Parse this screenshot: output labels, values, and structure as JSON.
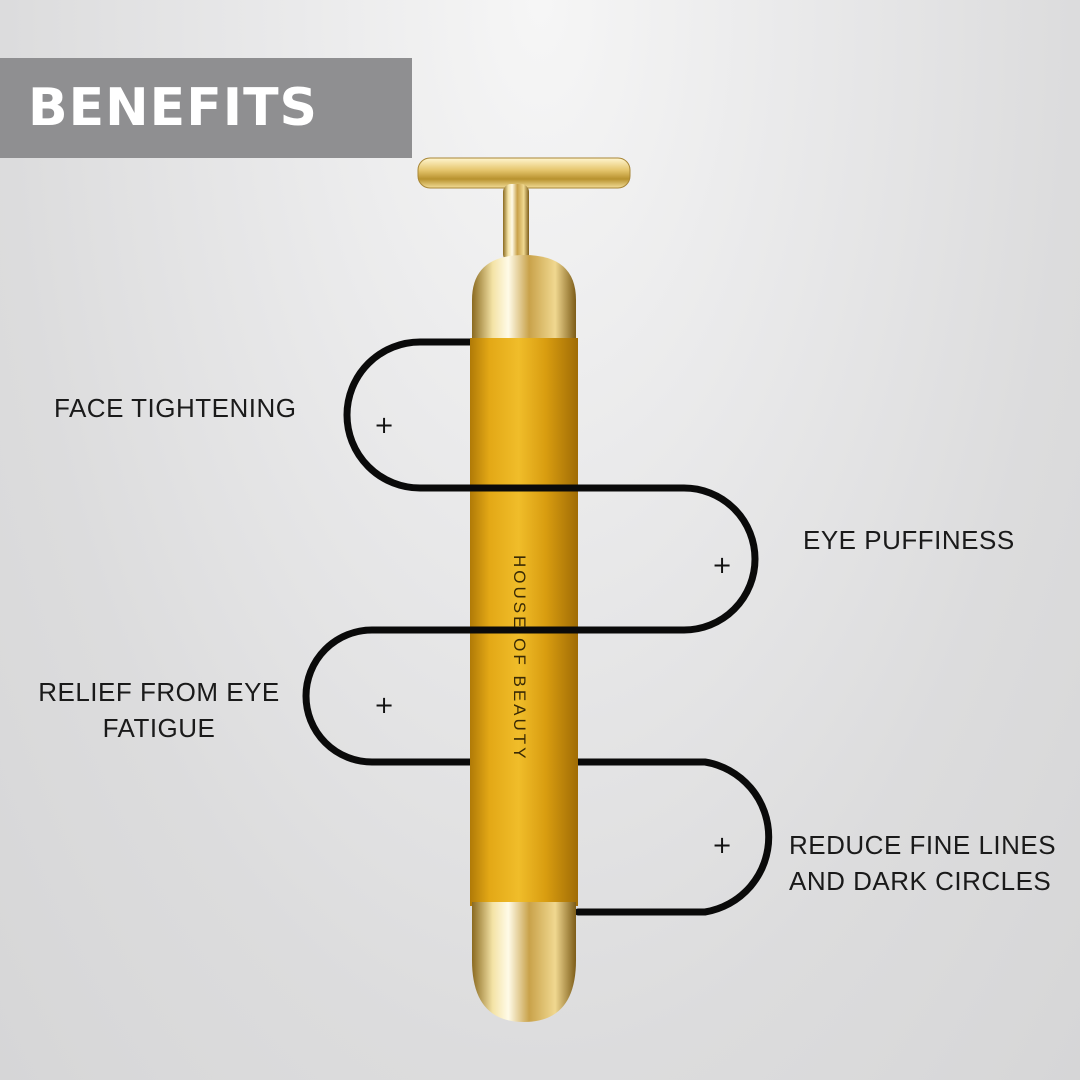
{
  "header": {
    "title": "BENEFITS",
    "background_color": "#8f8f91",
    "text_color": "#ffffff"
  },
  "product": {
    "brand_text": "HOUSE OF BEAUTY",
    "body_color": "#e0a514",
    "metal_color": "#e9d08a"
  },
  "benefits": [
    {
      "label": "FACE TIGHTENING",
      "marker": "+"
    },
    {
      "label": "EYE PUFFINESS",
      "marker": "+"
    },
    {
      "label": "RELIEF FROM EYE FATIGUE",
      "line1": "RELIEF FROM EYE",
      "line2": "FATIGUE",
      "marker": "+"
    },
    {
      "label": "REDUCE FINE LINES AND DARK CIRCLES",
      "line1": "REDUCE FINE LINES",
      "line2": "AND DARK CIRCLES",
      "marker": "+"
    }
  ],
  "line_color": "#0a0a0a"
}
